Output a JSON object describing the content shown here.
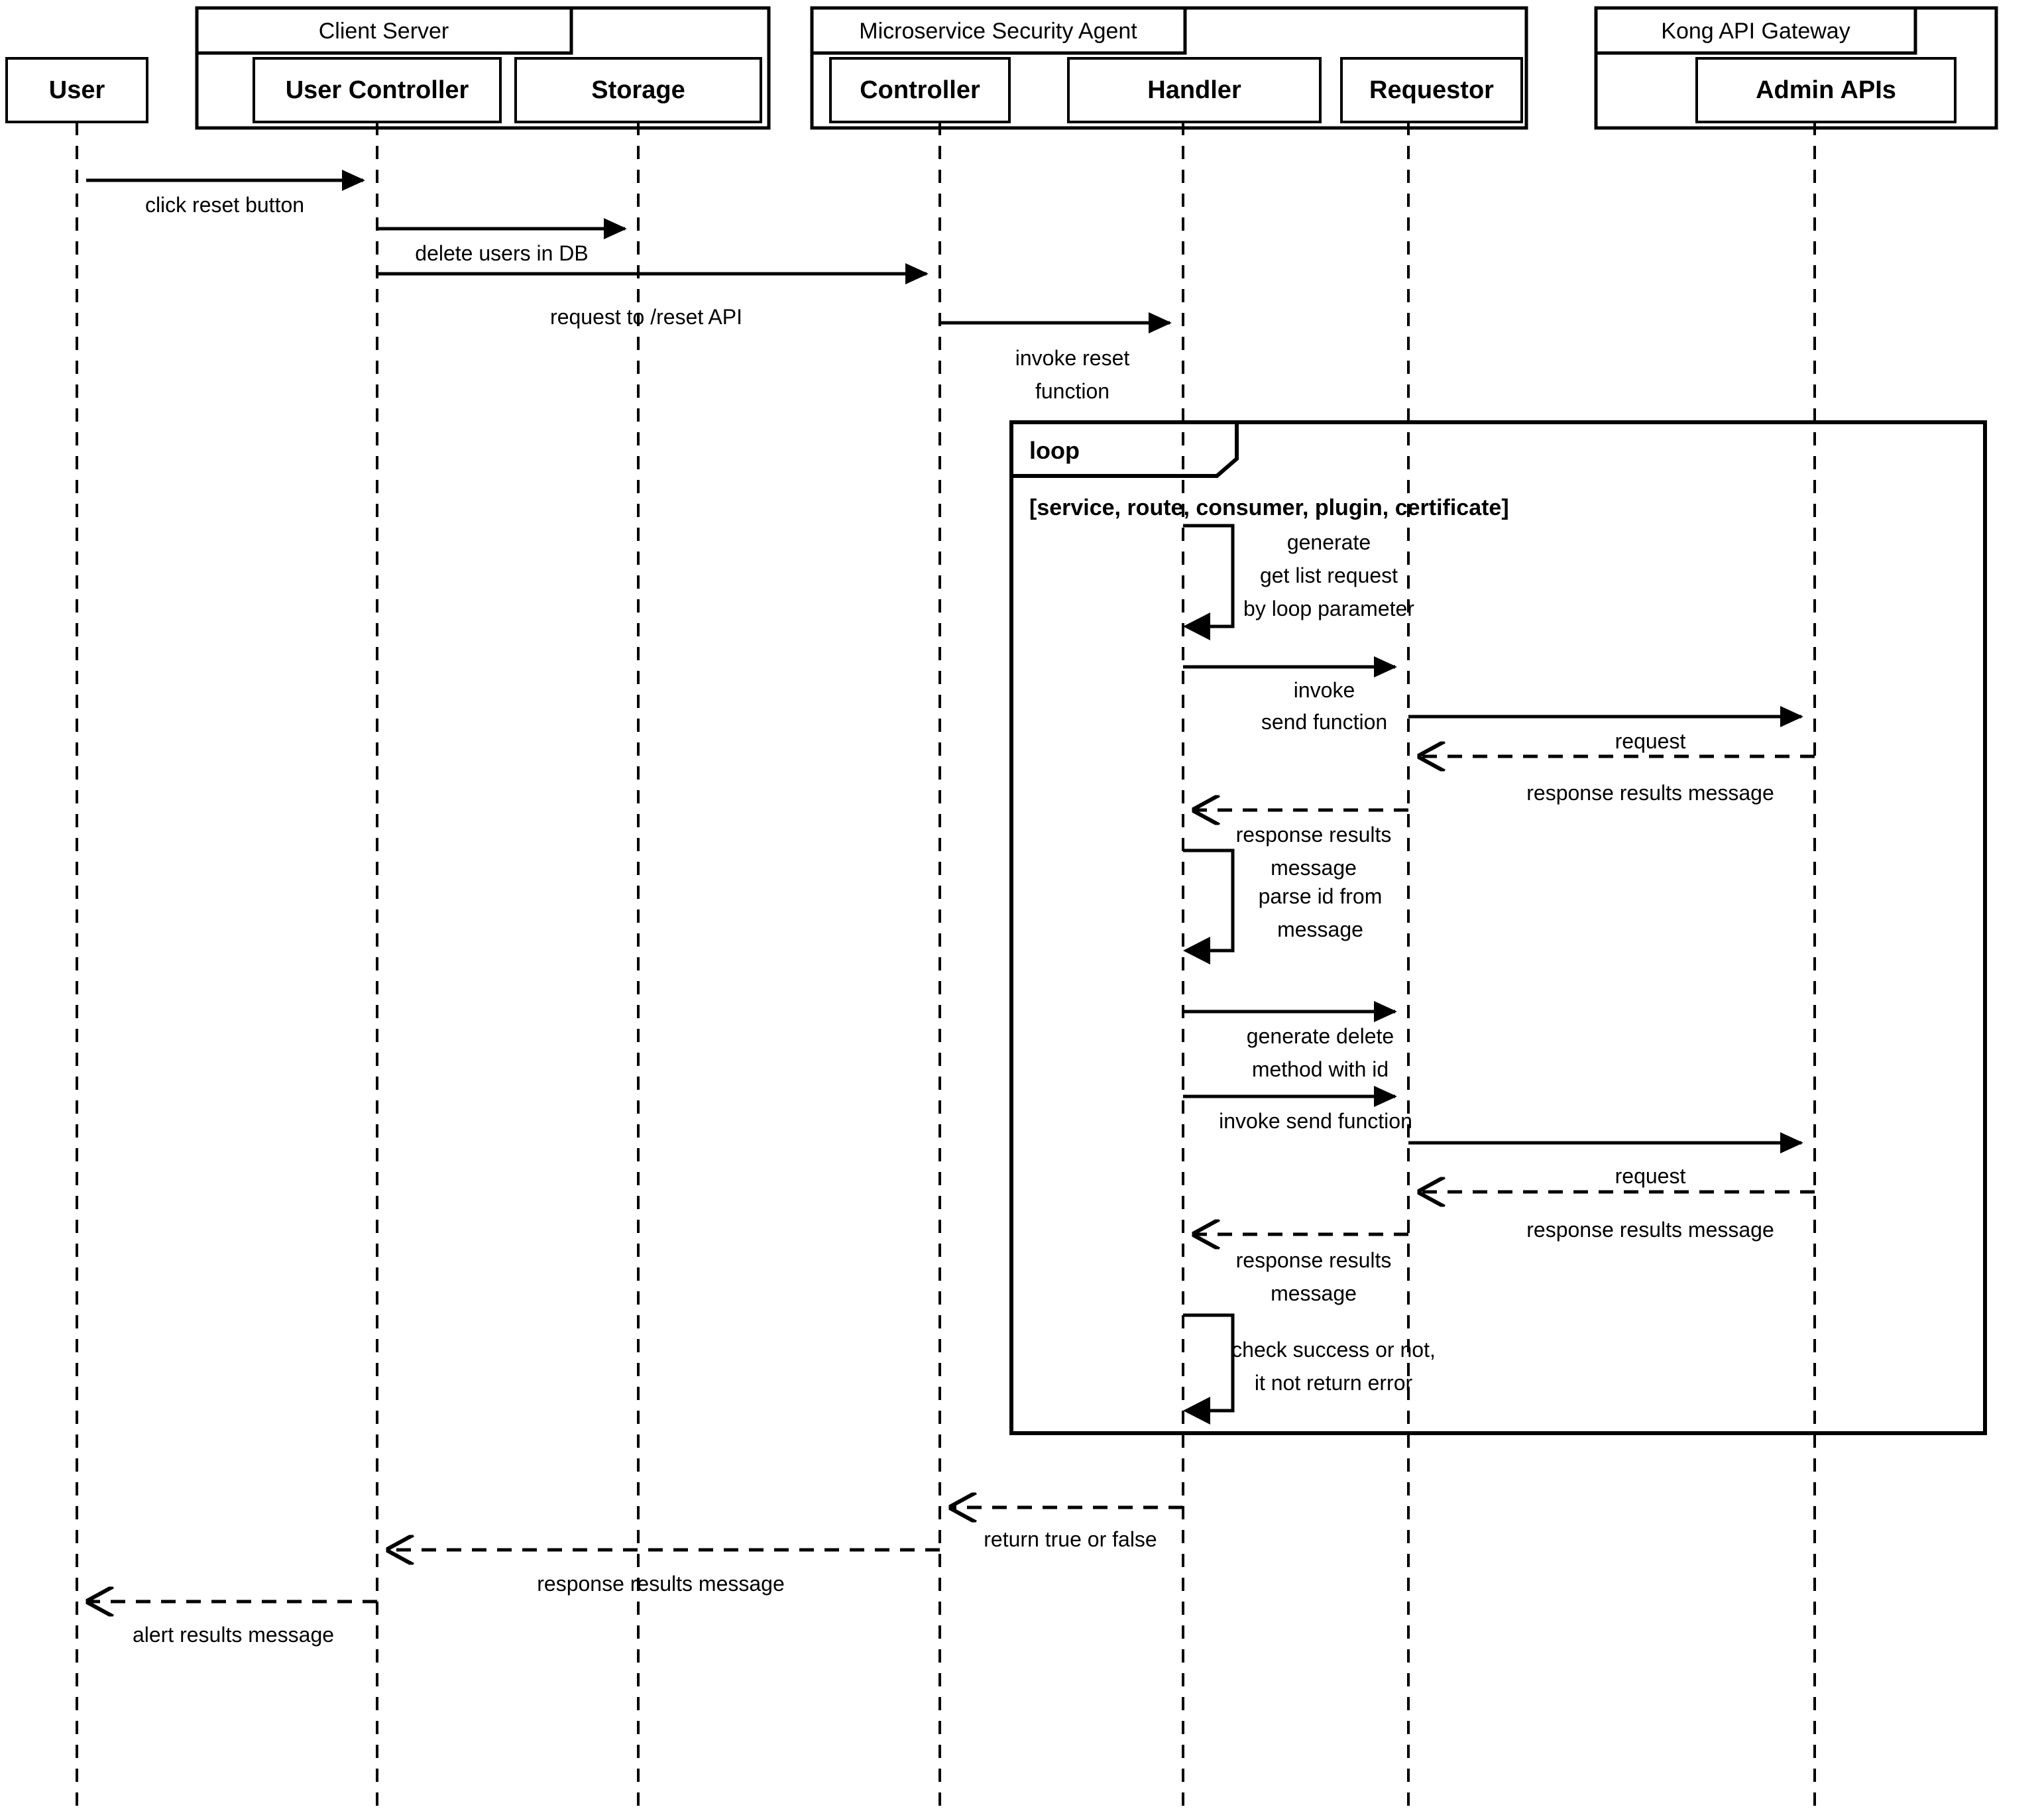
{
  "diagram": {
    "kind": "uml-sequence-diagram",
    "groups": [
      {
        "id": "client-server",
        "label": "Client Server"
      },
      {
        "id": "microservice-security-agent",
        "label": "Microservice Security Agent"
      },
      {
        "id": "kong-api-gateway",
        "label": "Kong API Gateway"
      }
    ],
    "lifelines": [
      {
        "id": "user",
        "label": "User"
      },
      {
        "id": "user-controller",
        "label": "User Controller"
      },
      {
        "id": "storage",
        "label": "Storage"
      },
      {
        "id": "controller",
        "label": "Controller"
      },
      {
        "id": "handler",
        "label": "Handler"
      },
      {
        "id": "requestor",
        "label": "Requestor"
      },
      {
        "id": "admin-apis",
        "label": "Admin APIs"
      }
    ],
    "fragment": {
      "operator": "loop",
      "guard": "[service, route, consumer, plugin, certificate]"
    },
    "messages": [
      {
        "id": "m1",
        "from": "user",
        "to": "user-controller",
        "kind": "call",
        "label": "click reset button"
      },
      {
        "id": "m2",
        "from": "user-controller",
        "to": "storage",
        "kind": "call",
        "label": "delete users in DB"
      },
      {
        "id": "m3",
        "from": "user-controller",
        "to": "controller",
        "kind": "call",
        "label": "request to /reset API"
      },
      {
        "id": "m4",
        "from": "controller",
        "to": "handler",
        "kind": "call",
        "label": "invoke reset function"
      },
      {
        "id": "m5",
        "from": "handler",
        "to": "handler",
        "kind": "self",
        "label": "generate\nget list request\nby loop parameter"
      },
      {
        "id": "m6",
        "from": "handler",
        "to": "requestor",
        "kind": "call",
        "label": "invoke\nsend function"
      },
      {
        "id": "m7",
        "from": "requestor",
        "to": "admin-apis",
        "kind": "call",
        "label": "request"
      },
      {
        "id": "m8",
        "from": "admin-apis",
        "to": "requestor",
        "kind": "return",
        "label": "response results message"
      },
      {
        "id": "m9",
        "from": "requestor",
        "to": "handler",
        "kind": "return",
        "label": "response results\nmessage"
      },
      {
        "id": "m10",
        "from": "handler",
        "to": "handler",
        "kind": "self",
        "label": "parse id from\nmessage"
      },
      {
        "id": "m11",
        "from": "handler",
        "to": "requestor",
        "kind": "call",
        "label": "generate delete\nmethod with id"
      },
      {
        "id": "m12",
        "from": "handler",
        "to": "requestor",
        "kind": "call",
        "label": "invoke send function"
      },
      {
        "id": "m13",
        "from": "requestor",
        "to": "admin-apis",
        "kind": "call",
        "label": "request"
      },
      {
        "id": "m14",
        "from": "admin-apis",
        "to": "requestor",
        "kind": "return",
        "label": "response results message"
      },
      {
        "id": "m15",
        "from": "requestor",
        "to": "handler",
        "kind": "return",
        "label": "response results\nmessage"
      },
      {
        "id": "m16",
        "from": "handler",
        "to": "handler",
        "kind": "self",
        "label": "check success or not,\nit not return error"
      },
      {
        "id": "m17",
        "from": "handler",
        "to": "controller",
        "kind": "return",
        "label": "return true or false"
      },
      {
        "id": "m18",
        "from": "controller",
        "to": "user-controller",
        "kind": "return",
        "label": "response results message"
      },
      {
        "id": "m19",
        "from": "user-controller",
        "to": "user",
        "kind": "return",
        "label": "alert results message"
      }
    ],
    "labels": {
      "m1": "click reset button",
      "m2": "delete users in DB",
      "m3": "request to /reset API",
      "m4_l1": "invoke reset",
      "m4_l2": "function",
      "m5_l1": "generate",
      "m5_l2": "get list request",
      "m5_l3": "by loop parameter",
      "m6_l1": "invoke",
      "m6_l2": "send function",
      "m7": "request",
      "m8": "response results message",
      "m9_l1": "response results",
      "m9_l2": "message",
      "m10_l1": "parse id from",
      "m10_l2": "message",
      "m11_l1": "generate delete",
      "m11_l2": "method with id",
      "m12": "invoke send function",
      "m13": "request",
      "m14": "response results message",
      "m15_l1": "response results",
      "m15_l2": "message",
      "m16_l1": "check success or not,",
      "m16_l2": "it not return error",
      "m17": "return true or false",
      "m18": "response results message",
      "m19": "alert results message"
    },
    "colors": {
      "stroke": "#000000",
      "background": "#ffffff"
    }
  }
}
